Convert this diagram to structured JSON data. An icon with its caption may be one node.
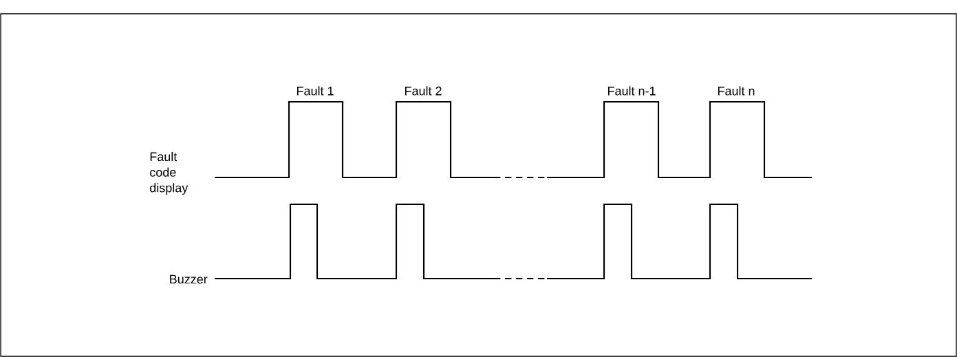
{
  "diagram": {
    "labels": [
      "Fault 1",
      "Fault 2",
      "Fault n-1",
      "Fault n",
      "Fault code display",
      "Buzzer"
    ]
  }
}
